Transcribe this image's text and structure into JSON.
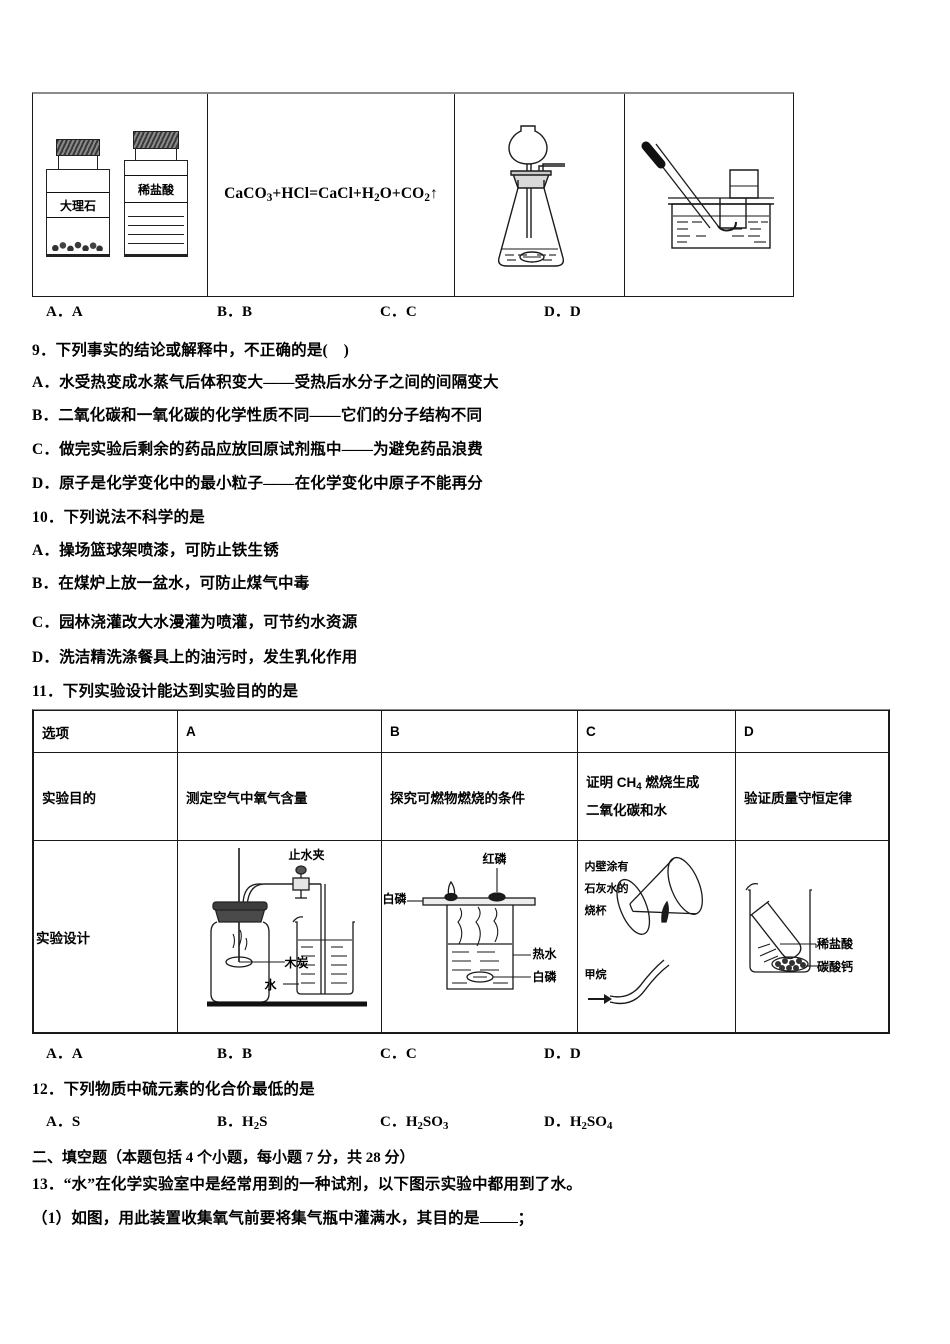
{
  "top_table": {
    "name": "q8-option-images-table",
    "cells": [
      {
        "id": "cell-a",
        "type": "reagent-bottles",
        "bottle_labels": [
          "大理石",
          "稀盐酸"
        ]
      },
      {
        "id": "cell-b",
        "type": "equation",
        "equation_parts": [
          "CaCO",
          "3",
          "+HCl=CaCl+H",
          "2",
          "O+CO",
          "2",
          "↑"
        ],
        "equation_plain": "CaCO3+HCl=CaCl+H2O+CO2↑"
      },
      {
        "id": "cell-c",
        "type": "gas-generator-flask"
      },
      {
        "id": "cell-d",
        "type": "water-displacement-collection"
      }
    ]
  },
  "q8_options": {
    "a": "A．A",
    "b": "B．B",
    "c": "C．C",
    "d": "D．D"
  },
  "q9": {
    "stem": "9．下列事实的结论或解释中，不正确的是(　)",
    "options": [
      "A．水受热变成水蒸气后体积变大——受热后水分子之间的间隔变大",
      "B．二氧化碳和一氧化碳的化学性质不同——它们的分子结构不同",
      "C．做完实验后剩余的药品应放回原试剂瓶中——为避免药品浪费",
      "D．原子是化学变化中的最小粒子——在化学变化中原子不能再分"
    ]
  },
  "q10": {
    "stem": "10．下列说法不科学的是",
    "options": [
      "A．操场篮球架喷漆，可防止铁生锈",
      "B．在煤炉上放一盆水，可防止煤气中毒",
      "C．园林浇灌改大水漫灌为喷灌，可节约水资源",
      "D．洗洁精洗涤餐具上的油污时，发生乳化作用"
    ]
  },
  "q11": {
    "stem": "11．下列实验设计能达到实验目的的是",
    "table": {
      "row_headers": [
        "选项",
        "实验目的",
        "实验设计"
      ],
      "column_letters": [
        "A",
        "B",
        "C",
        "D"
      ],
      "purposes": [
        "测定空气中氧气含量",
        "探究可燃物燃烧的条件",
        {
          "line1_pre": "证明 CH",
          "line1_sub": "4",
          "line1_post": " 燃烧生成",
          "line2": "二氧化碳和水"
        },
        "验证质量守恒定律"
      ],
      "design_labels": {
        "a": [
          "止水夹",
          "木炭",
          "水"
        ],
        "b": [
          "红磷",
          "白磷",
          "热水",
          "白磷"
        ],
        "c": [
          "内壁涂有",
          "石灰水的",
          "烧杯",
          "甲烷"
        ],
        "d": [
          "稀盐酸",
          "碳酸钙"
        ]
      }
    },
    "options": {
      "a": "A．A",
      "b": "B．B",
      "c": "C．C",
      "d": "D．D"
    }
  },
  "q12": {
    "stem": "12．下列物质中硫元素的化合价最低的是",
    "options": [
      {
        "prefix": "A．S",
        "sub": "",
        "suffix": ""
      },
      {
        "label_a": "B．H",
        "label_sub": "2",
        "label_b": "S"
      },
      {
        "label_a": "C．H",
        "label_sub": "2",
        "label_b": "SO",
        "label_sub2": "3"
      },
      {
        "label_a": "D．H",
        "label_sub": "2",
        "label_b": "SO",
        "label_sub2": "4"
      }
    ],
    "plain": [
      "A．S",
      "B．H2S",
      "C．H2SO3",
      "D．H2SO4"
    ]
  },
  "section_two": {
    "heading": "二、填空题（本题包括 4 个小题，每小题 7 分，共 28 分）",
    "q13_stem": "13．“水”在化学实验室中是经常用到的一种试剂，以下图示实验中都用到了水。",
    "q13_sub1_pre": "（1）如图，用此装置收集氧气前要将集气瓶中灌满水，其目的是",
    "q13_sub1_post": "；"
  },
  "colors": {
    "ink": "#000000",
    "rule": "#1a1a1a",
    "rule_gray": "#8c8c8c",
    "page_bg": "#ffffff"
  }
}
